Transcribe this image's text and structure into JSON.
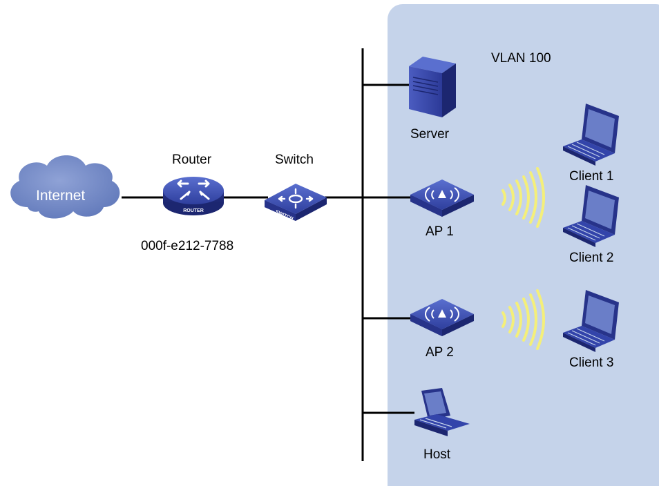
{
  "diagram": {
    "vlan_label": "VLAN 100",
    "internet_label": "Internet",
    "router_label": "Router",
    "router_badge": "ROUTER",
    "router_mac": "000f-e212-7788",
    "switch_label": "Switch",
    "switch_badge": "SWITCH",
    "server_label": "Server",
    "ap1_label": "AP 1",
    "ap2_label": "AP 2",
    "host_label": "Host",
    "client1_label": "Client 1",
    "client2_label": "Client 2",
    "client3_label": "Client 3"
  },
  "colors": {
    "vlan_fill": "#c5d3ea",
    "device_blue": "#3344aa",
    "cloud_blue": "#6e86c4",
    "wireless_yellow": "#f4ef7a"
  }
}
